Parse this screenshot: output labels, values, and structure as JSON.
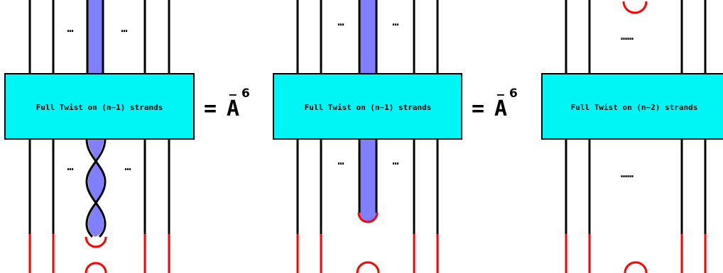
{
  "colors": {
    "box_fill": "#00f5f5",
    "band": "#8080ff",
    "strand": "#000000",
    "cap": "#ff0000"
  },
  "panels": [
    {
      "box_label": "Full Twist on (n−1) strands",
      "dots_top": [
        "…",
        "…"
      ],
      "dots_bottom": [
        "…",
        "…"
      ],
      "lower_band": "twisted"
    },
    {
      "box_label": "Full Twist on (n−1) strands",
      "dots_top": [
        "…",
        "…"
      ],
      "dots_bottom": [
        "…",
        "…"
      ],
      "lower_band": "straight"
    },
    {
      "box_label": "Full Twist on (n−2) strands",
      "dots_top": [
        "……"
      ],
      "dots_bottom": [
        "……"
      ],
      "lower_band": "none"
    }
  ],
  "equations": [
    {
      "equals": "=",
      "coefficient": "A",
      "bar": "−",
      "exponent": "6"
    },
    {
      "equals": "=",
      "coefficient": "A",
      "bar": "−",
      "exponent": "6"
    }
  ]
}
